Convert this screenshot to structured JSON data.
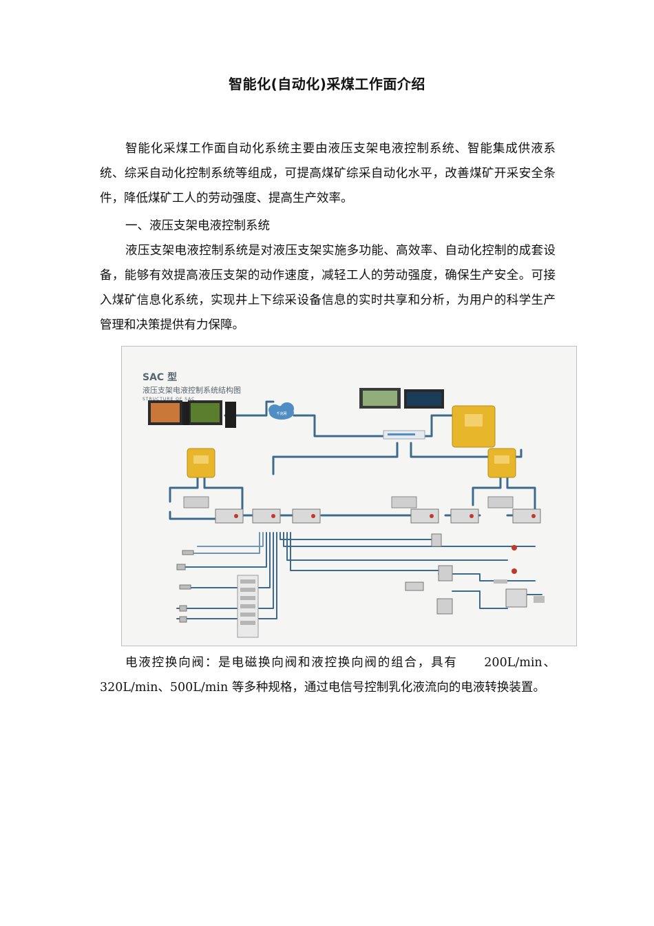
{
  "document": {
    "title": "智能化(自动化)采煤工作面介绍",
    "intro": "智能化采煤工作面自动化系统主要由液压支架电液控制系统、智能集成供液系统、综采自动化控制系统等组成，可提高煤矿综采自动化水平，改善煤矿开采安全条件，降低煤矿工人的劳动强度、提高生产效率。",
    "section1_heading": "一、液压支架电液控制系统",
    "section1_body": "液压支架电液控制系统是对液压支架实施多功能、高效率、自动化控制的成套设备，能够有效提高液压支架的动作速度，减轻工人的劳动强度，确保生产安全。可接入煤矿信息化系统，实现井上下综采设备信息的实时共享和分析，为用户的科学生产管理和决策提供有力保障。",
    "valve_text": "电液控换向阀：是电磁换向阀和液控换向阀的组合，具有　　200L/min、320L/min、500L/min 等多种规格，通过电信号控制乳化液流向的电液转换装置。"
  },
  "figure": {
    "title_line1": "SAC 型",
    "title_line2": "液压支架电液控制系统结构图",
    "title_line3": "STRUCTURE OF SAC",
    "cloud_label": "千兆网",
    "colors": {
      "cable": "#3d6a8c",
      "cable_light": "#6f95b3",
      "enclosure": "#e8b62a",
      "controller": "#d9d9d9",
      "background": "#f5f5f3"
    }
  }
}
